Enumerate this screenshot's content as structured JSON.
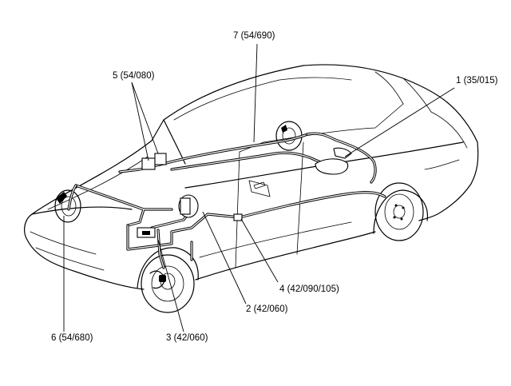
{
  "callouts": {
    "c1": "1 (35/015)",
    "c2": "2 (42/060)",
    "c3": "3 (42/060)",
    "c4": "4 (42/090/105)",
    "c5": "5 (54/080)",
    "c6": "6 (54/680)",
    "c7": "7 (54/690)"
  }
}
